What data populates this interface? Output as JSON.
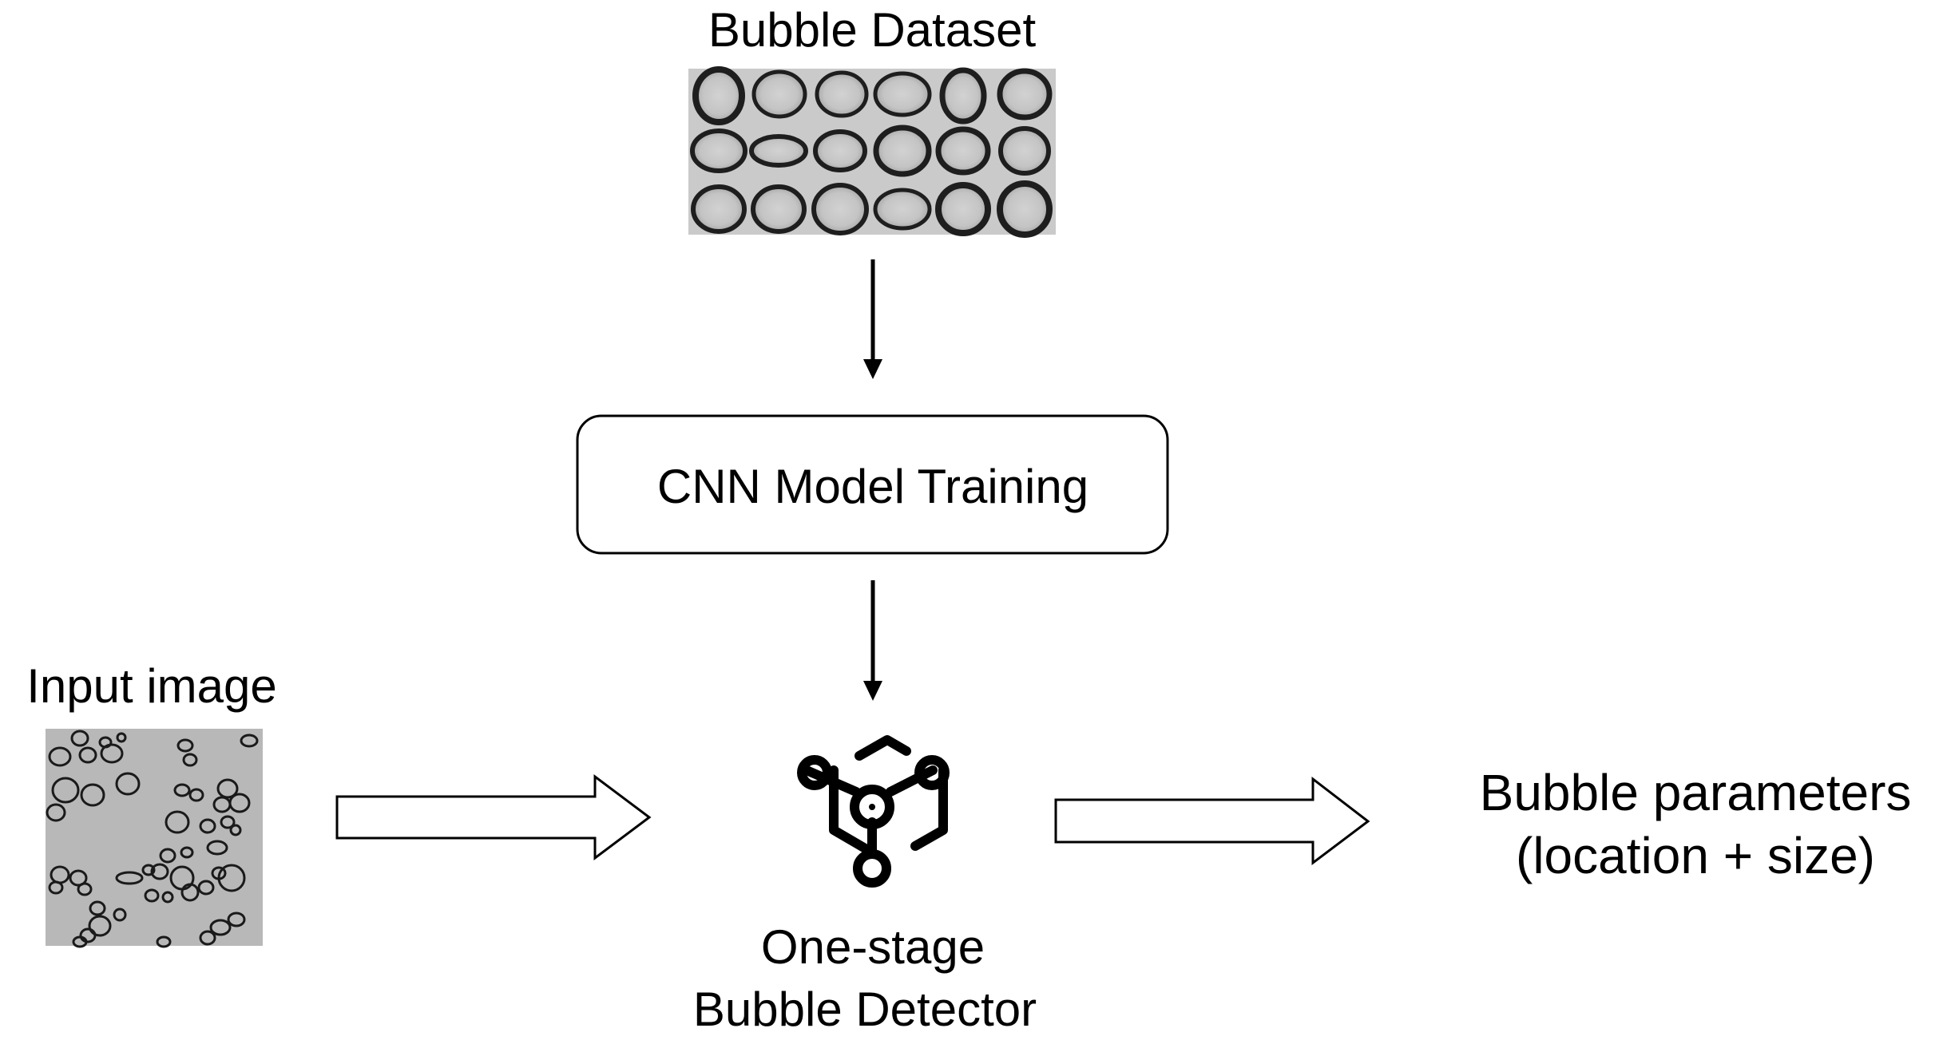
{
  "dataset": {
    "title": "Bubble Dataset"
  },
  "training": {
    "label": "CNN Model Training"
  },
  "input": {
    "title": "Input image"
  },
  "detector": {
    "icon": "model-cube-icon",
    "label_line1": "One-stage",
    "label_line2": "Bubble Detector"
  },
  "output": {
    "line1": "Bubble parameters",
    "line2": "(location + size)"
  }
}
